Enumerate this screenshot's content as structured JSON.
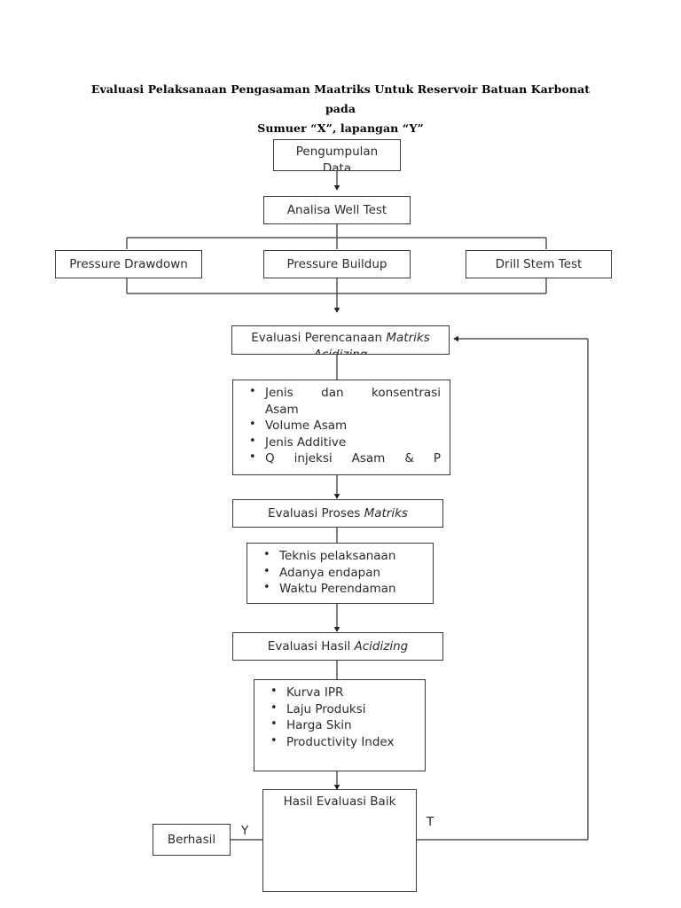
{
  "title": {
    "line1": "Evaluasi Pelaksanaan  Pengasaman Maatriks Untuk Reservoir Batuan Karbonat pada",
    "line2": "Sumuer “X”, lapangan “Y”"
  },
  "nodes": {
    "pengumpulan_data": {
      "line1": "Pengumpulan",
      "line2": "Data"
    },
    "analisa_well_test": {
      "label": "Analisa Well Test"
    },
    "pressure_drawdown": {
      "label": "Pressure Drawdown"
    },
    "pressure_buildup": {
      "label": "Pressure Buildup"
    },
    "drill_stem_test": {
      "label": "Drill Stem Test"
    },
    "evaluasi_perencanaan": {
      "line1_plain": "Evaluasi Perencanaan ",
      "line1_italic": "Matriks",
      "line2_italic": "Acidizing"
    },
    "evaluasi_proses": {
      "plain": "Evaluasi Proses ",
      "italic": "Matriks"
    },
    "evaluasi_hasil": {
      "plain": "Evaluasi Hasil ",
      "italic": "Acidizing"
    },
    "hasil_evaluasi_baik": {
      "label": "Hasil Evaluasi Baik"
    },
    "berhasil": {
      "label": "Berhasil"
    }
  },
  "lists": {
    "perencanaan_items": [
      "Jenis dan konsentrasi",
      "Asam",
      "Volume Asam",
      "Jenis Additive",
      "Q injeksi Asam & P"
    ],
    "perencanaan_display": {
      "item1_line1": "Jenis dan konsentrasi",
      "item1_line2": "Asam",
      "item2": "Volume Asam",
      "item3": "Jenis Additive",
      "item4": "Q injeksi Asam & P"
    },
    "proses_items": [
      "Teknis pelaksanaan",
      "Adanya endapan",
      "Waktu Perendaman"
    ],
    "hasil_items": [
      "Kurva IPR",
      "Laju Produksi",
      "Harga Skin",
      "Productivity Index"
    ]
  },
  "edge_labels": {
    "yes": "Y",
    "no": "T"
  },
  "colors": {
    "stroke": "#3a3a3a",
    "line": "#555555",
    "text": "#2b2b2b",
    "background": "#ffffff"
  }
}
